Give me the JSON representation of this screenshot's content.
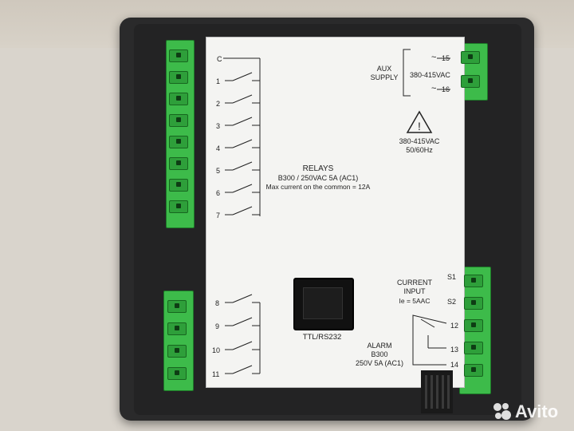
{
  "relays_block": {
    "common": "C",
    "channels_top": [
      "1",
      "2",
      "3",
      "4",
      "5",
      "6",
      "7"
    ],
    "channels_bottom": [
      "8",
      "9",
      "10",
      "11"
    ],
    "title": "RELAYS",
    "spec": "B300 / 250VAC 5A (AC1)",
    "max_current": "Max current on the common = 12A"
  },
  "aux_supply": {
    "label_1": "AUX",
    "label_2": "SUPPLY",
    "voltage": "380-415VAC",
    "terminal_15": "15",
    "terminal_16": "16",
    "tilde": "~"
  },
  "warning": {
    "icon": "warning-triangle-icon",
    "voltage": "380-415VAC",
    "frequency": "50/60Hz"
  },
  "current_input": {
    "label_1": "CURRENT",
    "label_2": "INPUT",
    "rating": "Ie = 5AAC",
    "s1": "S1",
    "s2": "S2"
  },
  "alarm": {
    "title": "ALARM",
    "spec_1": "B300",
    "spec_2": "250V 5A (AC1)",
    "terminal_12": "12",
    "terminal_13": "13",
    "terminal_14": "14"
  },
  "port": {
    "label": "TTL/RS232"
  },
  "watermark": {
    "text": "Avito"
  },
  "colors": {
    "terminal_green": "#3dbb4a",
    "housing": "#2a2a2b",
    "label_bg": "#f4f4f2"
  }
}
